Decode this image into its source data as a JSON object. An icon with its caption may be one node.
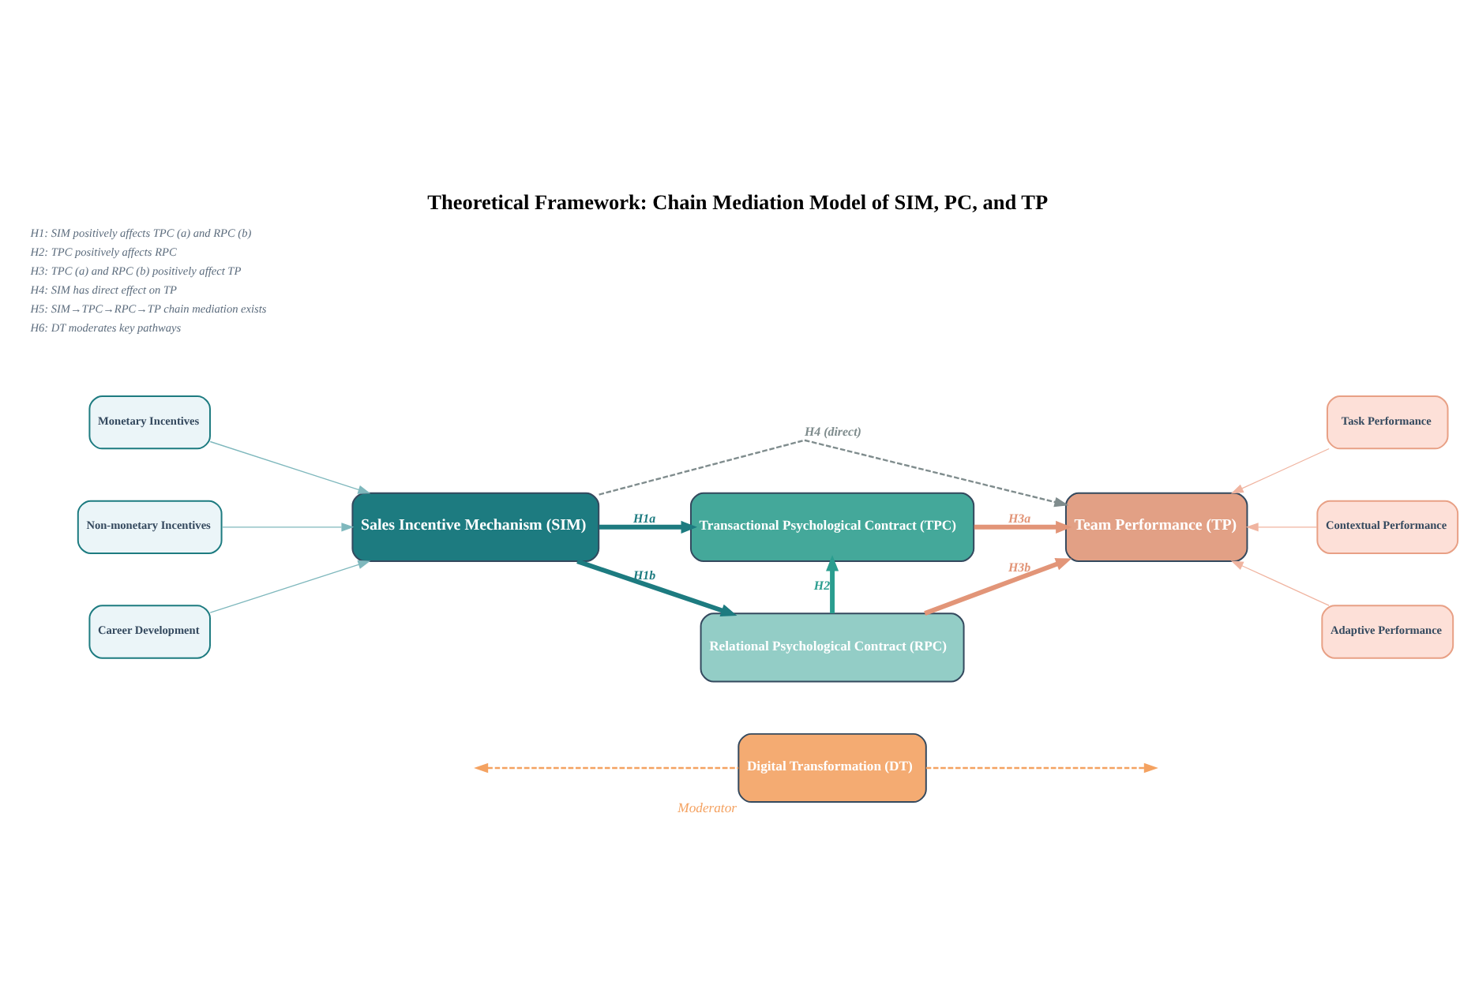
{
  "diagram": {
    "title": "Theoretical Framework: Chain Mediation Model of SIM, PC, and TP",
    "nodes": [
      {
        "text": [
          "Monetary Incentives"
        ]
      },
      {
        "text": [
          "Non-monetary Incentives"
        ]
      },
      {
        "text": [
          "Career Development"
        ]
      },
      {
        "text": [
          "Sales Incentive Mechanism (SIM)"
        ]
      },
      {
        "text": [
          "Transactional Psychological Contract (TPC)"
        ]
      },
      {
        "text": [
          "Digital Transformation (DT)"
        ],
        "beside": [
          "Moderator"
        ]
      },
      {
        "text": [
          "Relational Psychological Contract (RPC)"
        ]
      },
      {
        "text": [
          "Task Performance"
        ]
      },
      {
        "text": [
          "Contextual Performance"
        ]
      },
      {
        "text": [
          "Adaptive Performance"
        ]
      },
      {
        "text": [
          "Team Performance (TP)"
        ]
      }
    ],
    "edges": [
      {
        "from": 0,
        "to": 3,
        "arrow": "to",
        "color": "#7fb8bd"
      },
      {
        "from": 1,
        "to": 3,
        "arrow": "to",
        "color": "#7fb8bd"
      },
      {
        "from": 2,
        "to": 3,
        "arrow": "to",
        "color": "#7fb8bd"
      },
      {
        "from": 3,
        "to": 4,
        "arrow": "to",
        "label": "H1a",
        "style": "thick",
        "color": "#1d7b80"
      },
      {
        "from": 3,
        "to": 6,
        "arrow": "to",
        "label": "H1b",
        "style": "thick",
        "color": "#1d7b80"
      },
      {
        "from": 6,
        "to": 4,
        "arrow": "to",
        "label": "H2",
        "style": "thick",
        "color": "#2a9d8f"
      },
      {
        "from": 4,
        "to": 10,
        "arrow": "to",
        "label": "H3a",
        "style": "thick",
        "color": "#e29578"
      },
      {
        "from": 6,
        "to": 10,
        "arrow": "to",
        "label": "H3b",
        "style": "thick",
        "color": "#e29578"
      },
      {
        "from": 3,
        "to": 10,
        "arrow": "to",
        "label": "H4 (direct)",
        "style": "dashed",
        "color": "#7f8c8d"
      },
      {
        "from": 5,
        "to": null,
        "arrow": "to",
        "style": "dashed",
        "color": "#f4a261"
      },
      {
        "from": 5,
        "to": null,
        "arrow": "to",
        "style": "dashed",
        "color": "#f4a261"
      },
      {
        "from": 7,
        "to": 10,
        "arrow": "to",
        "color": "#f0b4a0"
      },
      {
        "from": 8,
        "to": 10,
        "arrow": "to",
        "color": "#f0b4a0"
      },
      {
        "from": 9,
        "to": 10,
        "arrow": "to",
        "color": "#f0b4a0"
      }
    ],
    "labels": [
      "H1: SIM positively affects TPC (a) and RPC (b)",
      "H2: TPC positively affects RPC",
      "H3: TPC (a) and RPC (b) positively affect TP",
      "H4: SIM has direct effect on TP",
      "H5: SIM→TPC→RPC→TP chain mediation exists",
      "H6: DT moderates key pathways"
    ]
  }
}
